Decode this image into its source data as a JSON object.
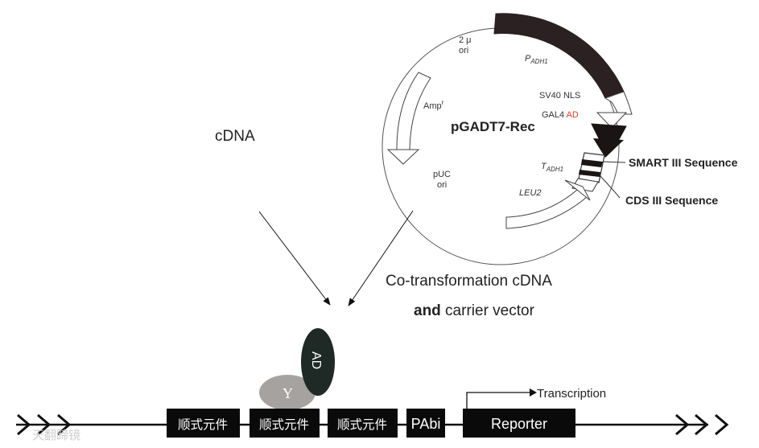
{
  "left_label": "cDNA",
  "cotransform": {
    "line1": "Co-transformation cDNA",
    "line2_bold": "and",
    "line2_rest": " carrier vector"
  },
  "plasmid": {
    "name": "pGADT7-Rec",
    "ori_2mu": [
      "2 μ",
      "ori"
    ],
    "amp": "Amp",
    "amp_sup": "r",
    "puc": [
      "pUC",
      "ori"
    ],
    "padh": "P",
    "padh_sub": "ADH1",
    "sv40": "SV40 NLS",
    "gal4": "GAL4 ",
    "gal4_ad": "AD",
    "tadh": "T",
    "tadh_sub": "ADH1",
    "leu": "LEU2",
    "smart": "SMART III Sequence",
    "cds": "CDS III Sequence"
  },
  "proteins": {
    "ad": "AD",
    "y": "Y"
  },
  "elements": [
    "顺式元件",
    "顺式元件",
    "顺式元件",
    "PAbi",
    "Reporter"
  ],
  "transcription": "Transcription",
  "watermark": "天翻蹄镜",
  "colors": {
    "dark": "#2b2022",
    "ad_oval": "#1f2a26",
    "y_oval": "#a6a2a0",
    "gal4_ad": "#d6402a"
  }
}
